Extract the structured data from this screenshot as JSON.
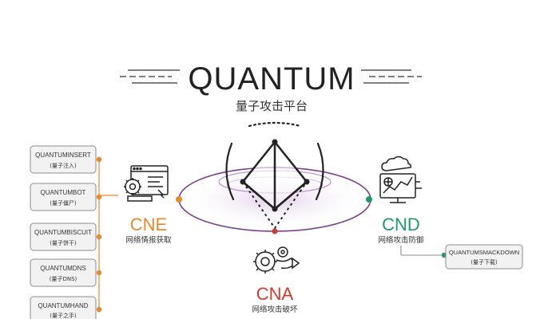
{
  "title": "QUANTUM",
  "subtitle": "量子攻击平台",
  "left_modules": [
    {
      "name": "QUANTUMINSERT",
      "sub": "(量子注入)"
    },
    {
      "name": "QUANTUMBOT",
      "sub": "(量子僵尸)"
    },
    {
      "name": "QUANTUMBISCUIT",
      "sub": "(量子饼干)"
    },
    {
      "name": "QUANTUMDNS",
      "sub": "(量子DNS)"
    },
    {
      "name": "QUANTUMHAND",
      "sub": "(量子之手)"
    }
  ],
  "nodes": {
    "cne": {
      "code": "CNE",
      "desc": "网络情报获取"
    },
    "cnd": {
      "code": "CND",
      "desc": "网络攻击防御"
    },
    "cna": {
      "code": "CNA",
      "desc": "网络攻击破坏"
    }
  },
  "right_module": {
    "name": "QUANTUMSMACKDOWN",
    "sub": "(量子下载)"
  },
  "colors": {
    "cne": "#e8892b",
    "cnd": "#1f9a6b",
    "cna": "#d33a2c",
    "ellipse": "#7a3f8f",
    "box_border": "#8c8c8c",
    "box_fill": "#f2f2f2"
  }
}
